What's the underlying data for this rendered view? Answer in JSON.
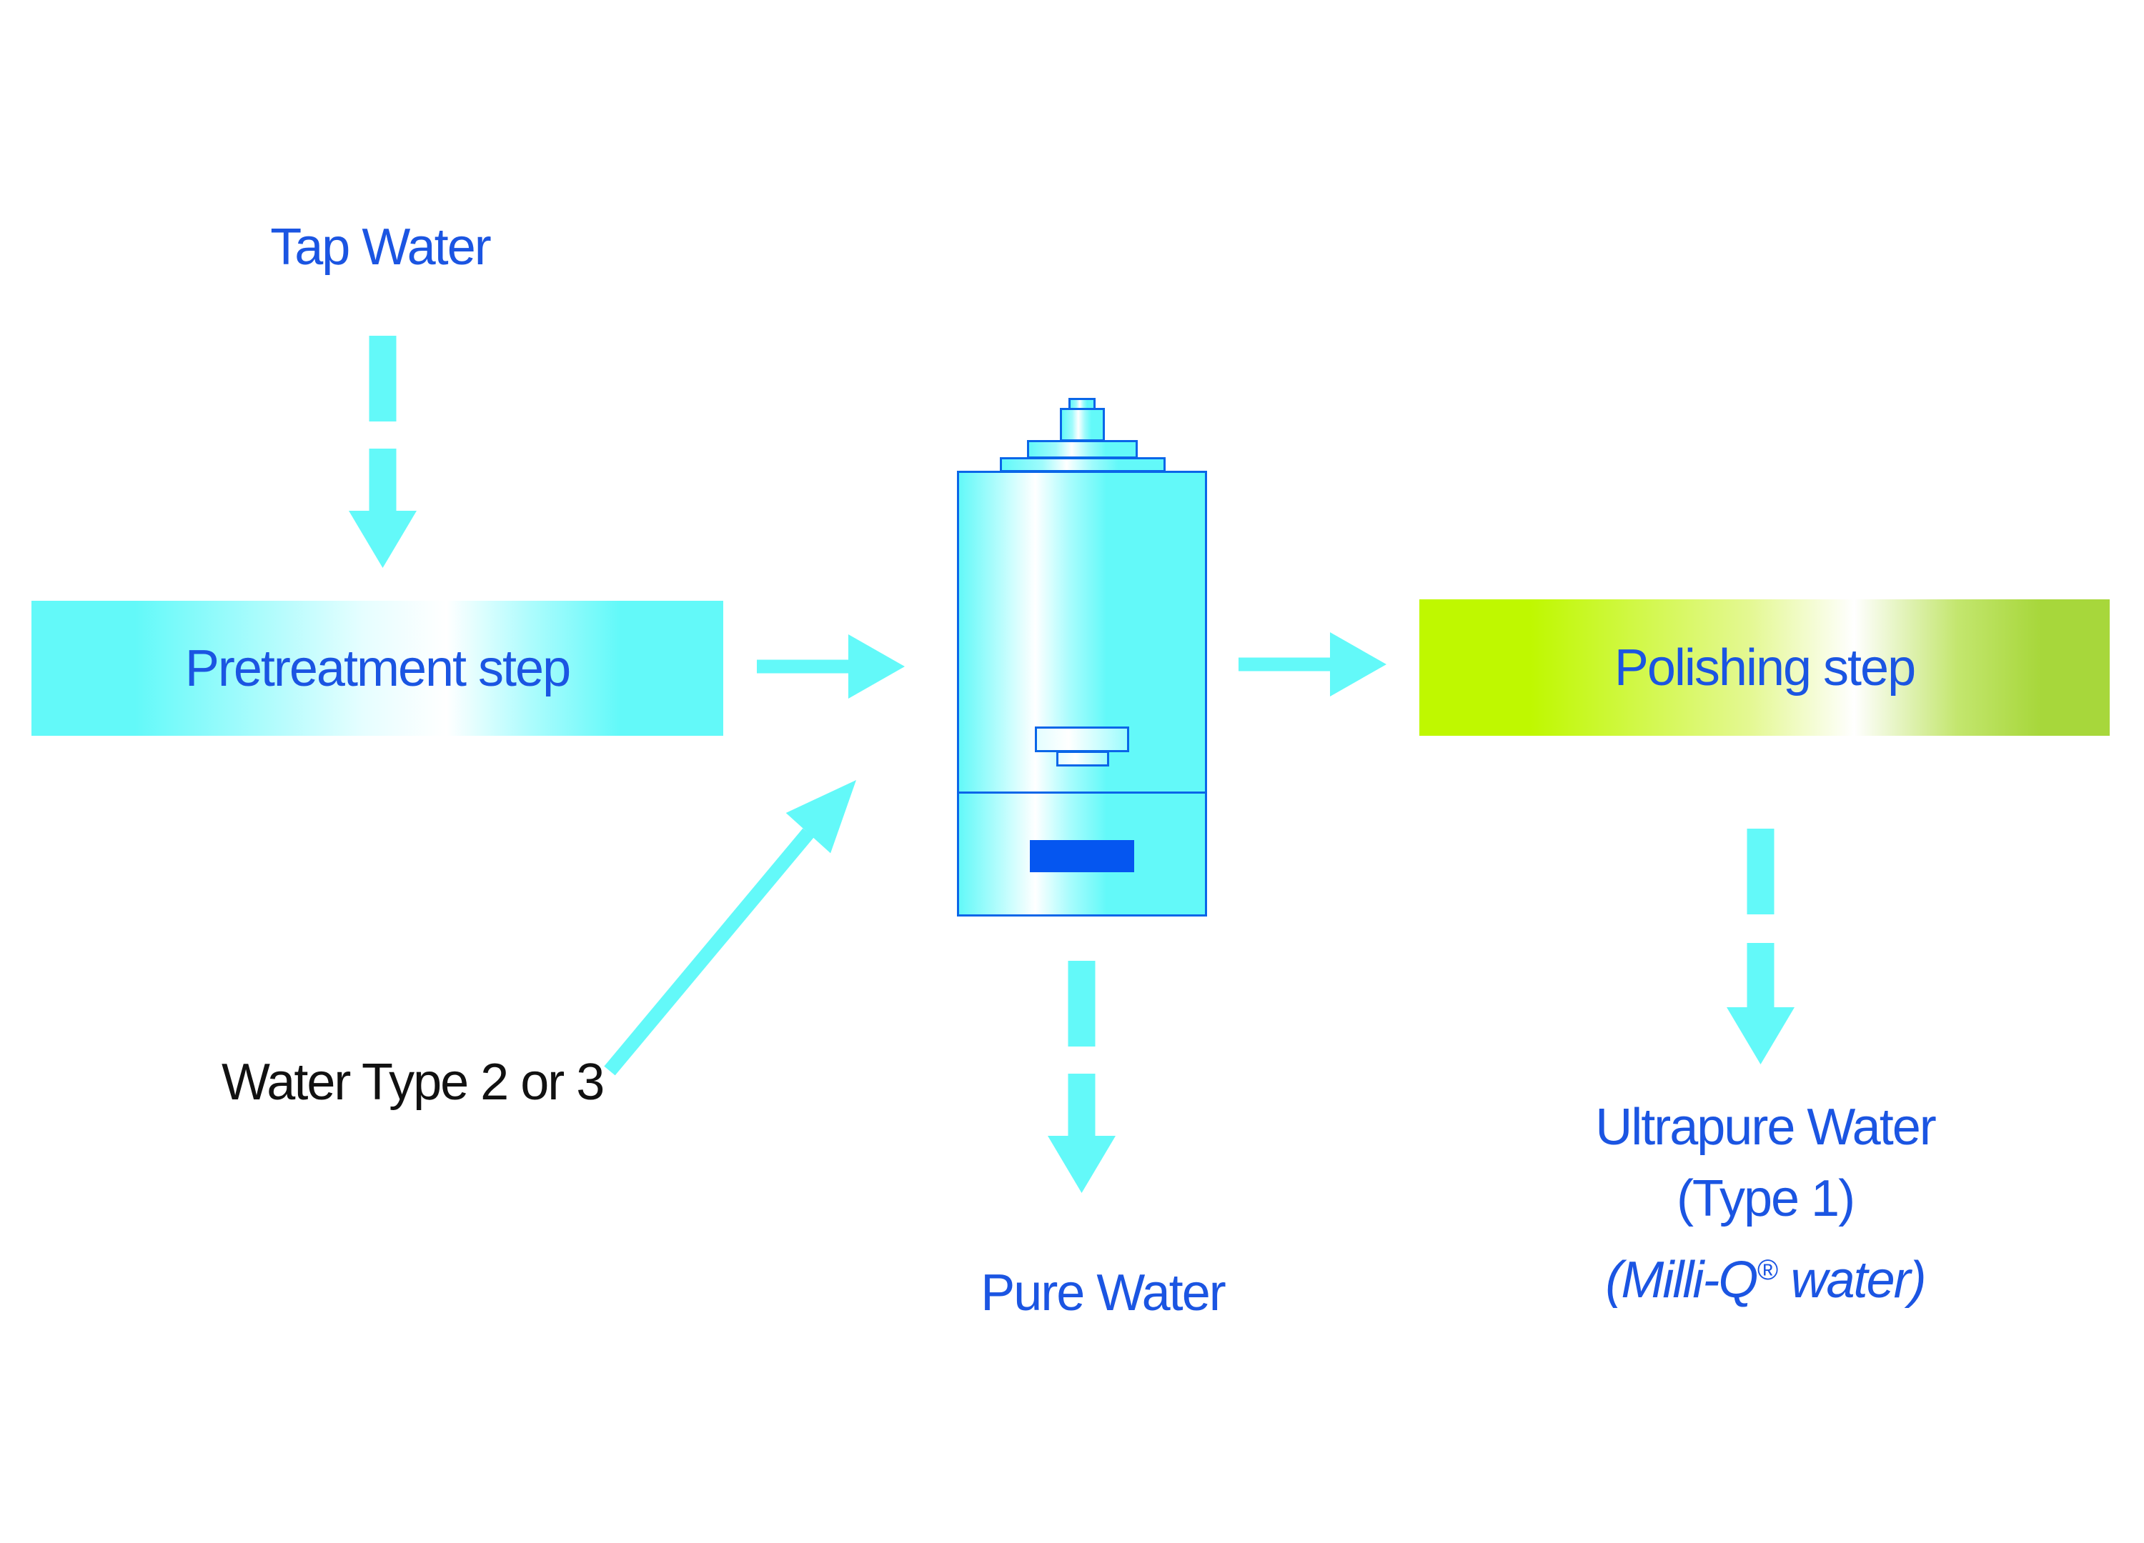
{
  "diagram": {
    "description_visible_text_only": true,
    "nodes": {
      "tap_water": {
        "label": "Tap Water"
      },
      "pretreatment": {
        "label": "Pretreatment step"
      },
      "polishing": {
        "label": "Polishing step"
      },
      "water_type": {
        "label": "Water Type 2 or 3"
      },
      "pure_water": {
        "label": "Pure Water"
      },
      "ultrapure": {
        "line1": "Ultrapure Water",
        "line2": "(Type 1)",
        "line3_prefix": "(Milli-Q",
        "line3_symbol": "®",
        "line3_suffix": " water)"
      }
    }
  },
  "colors": {
    "cyan": "#63F9F9",
    "chartreuse": "#BFF800",
    "green_muted": "#A7D73B",
    "text_blue": "#1B55E2",
    "text_black": "#111111",
    "device_border": "#0A66E8",
    "device_display": "#0556F0"
  }
}
